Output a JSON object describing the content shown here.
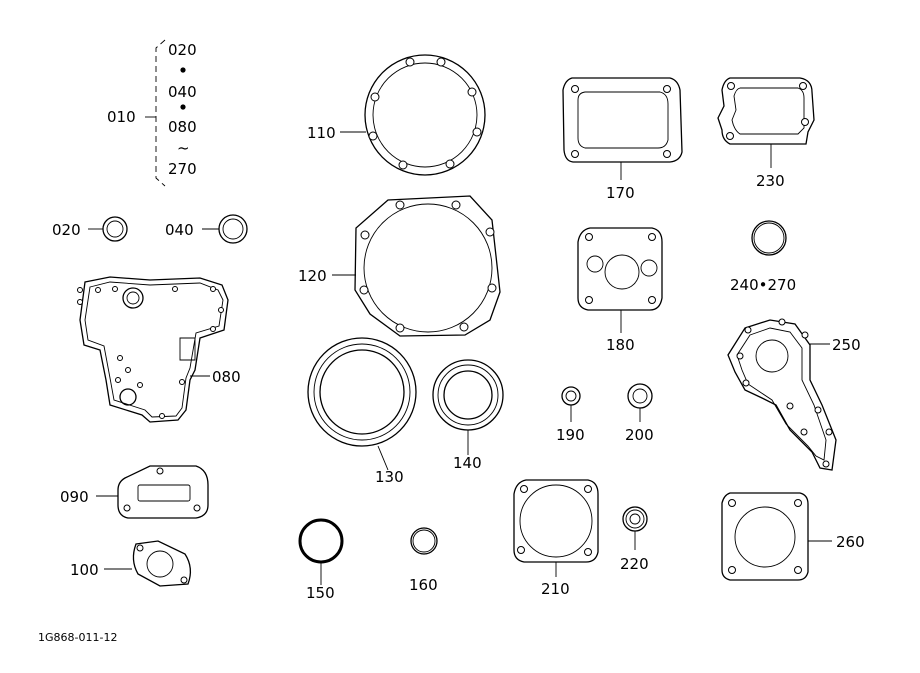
{
  "diagram": {
    "doc_code": "1G868-011-12",
    "set_label": {
      "callout": "010",
      "items": [
        "020",
        "040",
        "080",
        "~",
        "270"
      ]
    },
    "parts": {
      "p020": "020",
      "p040": "040",
      "p080": "080",
      "p090": "090",
      "p100": "100",
      "p110": "110",
      "p120": "120",
      "p130": "130",
      "p140": "140",
      "p150": "150",
      "p160": "160",
      "p170": "170",
      "p180": "180",
      "p190": "190",
      "p200": "200",
      "p210": "210",
      "p220": "220",
      "p230": "230",
      "p240_270": "240•270",
      "p250": "250",
      "p260": "260"
    }
  }
}
